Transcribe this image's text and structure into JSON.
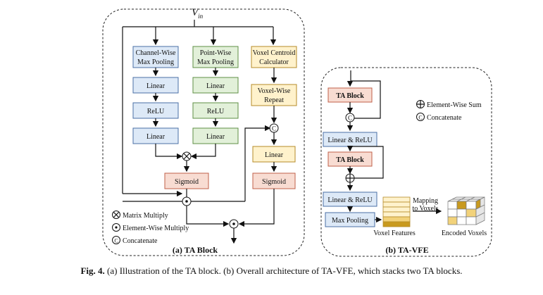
{
  "ta_block": {
    "input_label": "V",
    "input_subscript": "in",
    "channel_pool": [
      "Channel-Wise",
      "Max Pooling"
    ],
    "point_pool": [
      "Point-Wise",
      "Max Pooling"
    ],
    "voxel_centroid": [
      "Voxel Centroid",
      "Calculator"
    ],
    "voxel_repeat": [
      "Voxel-Wise",
      "Repeat"
    ],
    "linear": "Linear",
    "relu": "ReLU",
    "sigmoid": "Sigmoid",
    "legend": [
      "Matrix Multiply",
      "Element-Wise Multiply",
      "Concatenate"
    ],
    "title": "(a) TA Block"
  },
  "ta_vfe": {
    "ta_block": "TA Block",
    "linear_relu": "Linear & ReLU",
    "max_pooling": "Max Pooling",
    "legend": [
      "Element-Wise Sum",
      "Concatenate"
    ],
    "mapping": [
      "Mapping",
      "to Voxels"
    ],
    "voxel_features": "Voxel Features",
    "encoded_voxels": "Encoded Voxels",
    "title": "(b) TA-VFE"
  },
  "caption": {
    "label": "Fig. 4.",
    "text": " (a) Illustration of the TA block. (b) Overall architecture of TA-VFE, which stacks two TA blocks."
  },
  "colors": {
    "blue": "#dde9f7",
    "green": "#e2f0d9",
    "yellow": "#fff2cc",
    "pink": "#f8dcd2",
    "gold": "#c99a1e"
  }
}
